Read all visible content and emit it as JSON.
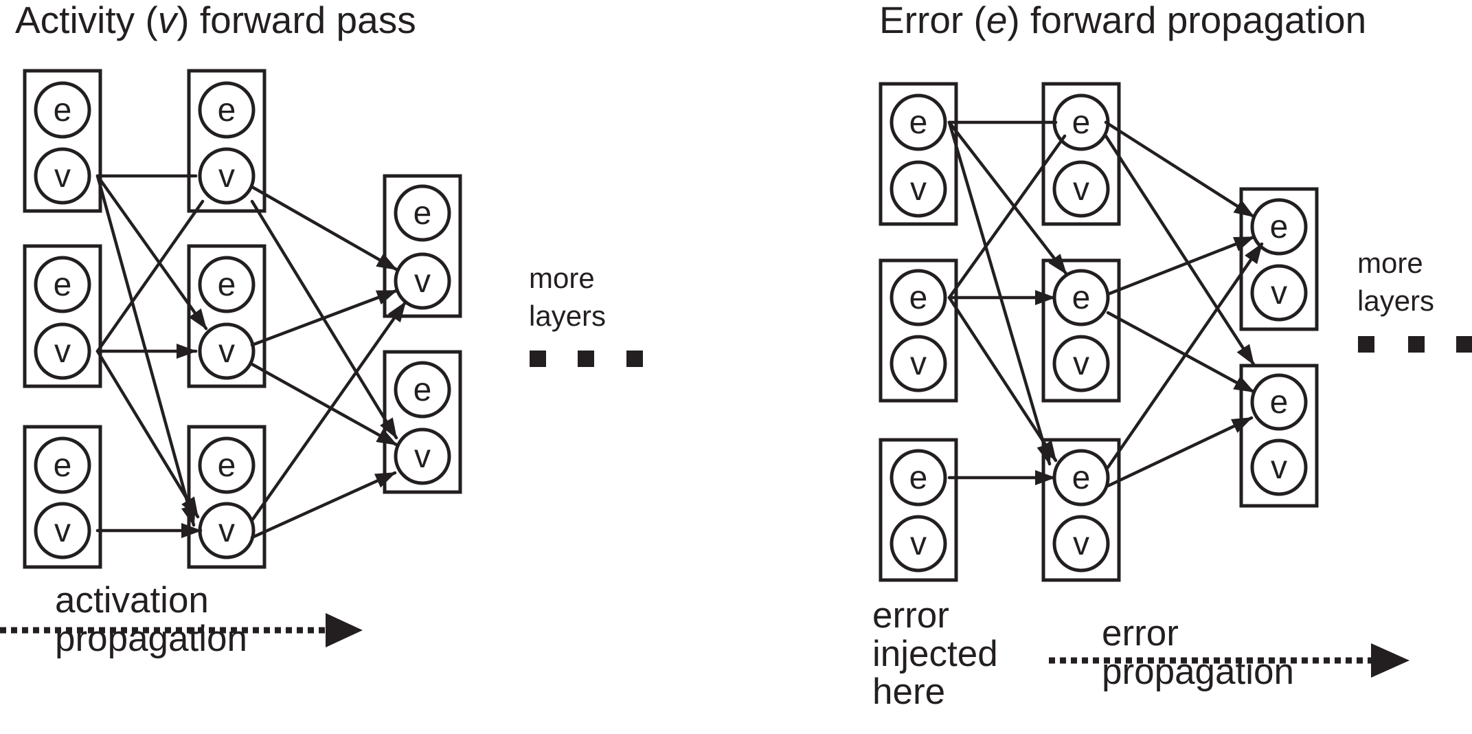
{
  "panels": [
    {
      "title_prefix": "Activity (",
      "title_var": "v",
      "title_suffix": ") forward pass",
      "flow_label_line1": "activation",
      "flow_label_line2": "propagation",
      "more_layers_line1": "more",
      "more_layers_line2": "layers"
    },
    {
      "title_prefix": "Error (",
      "title_var": "e",
      "title_suffix": ") forward propagation",
      "note_line1": "error",
      "note_line2": "injected",
      "note_line3": "here",
      "flow_label_line1": "error",
      "flow_label_line2": "propagation",
      "more_layers_line1": "more",
      "more_layers_line2": "layers"
    }
  ],
  "node_labels": {
    "error": "e",
    "value": "v"
  },
  "colors": {
    "ink": "#231f20",
    "background": "#ffffff"
  }
}
